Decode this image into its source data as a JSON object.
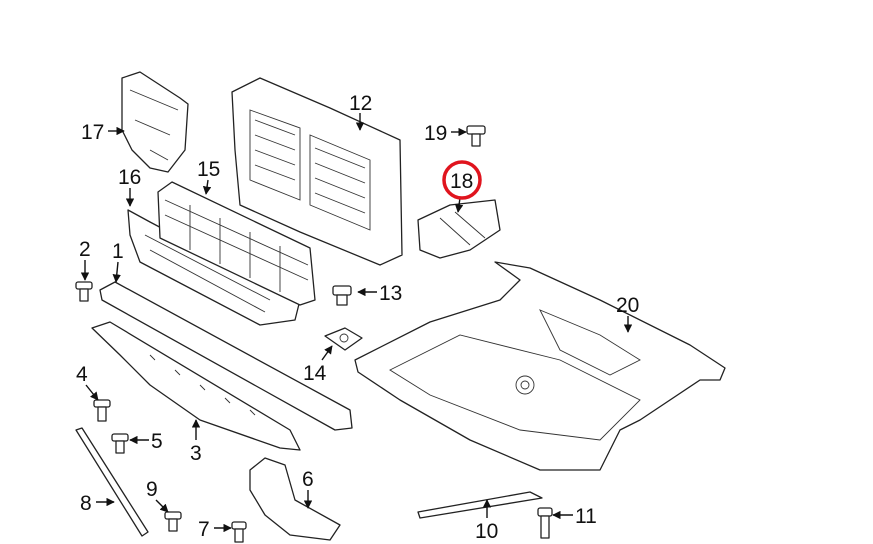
{
  "diagram": {
    "highlight_color": "#e0141e",
    "highlighted_callout": "18",
    "callouts": {
      "c1": "1",
      "c2": "2",
      "c3": "3",
      "c4": "4",
      "c5": "5",
      "c6": "6",
      "c7": "7",
      "c8": "8",
      "c9": "9",
      "c10": "10",
      "c11": "11",
      "c12": "12",
      "c13": "13",
      "c14": "14",
      "c15": "15",
      "c16": "16",
      "c17": "17",
      "c18": "18",
      "c19": "19",
      "c20": "20"
    }
  }
}
